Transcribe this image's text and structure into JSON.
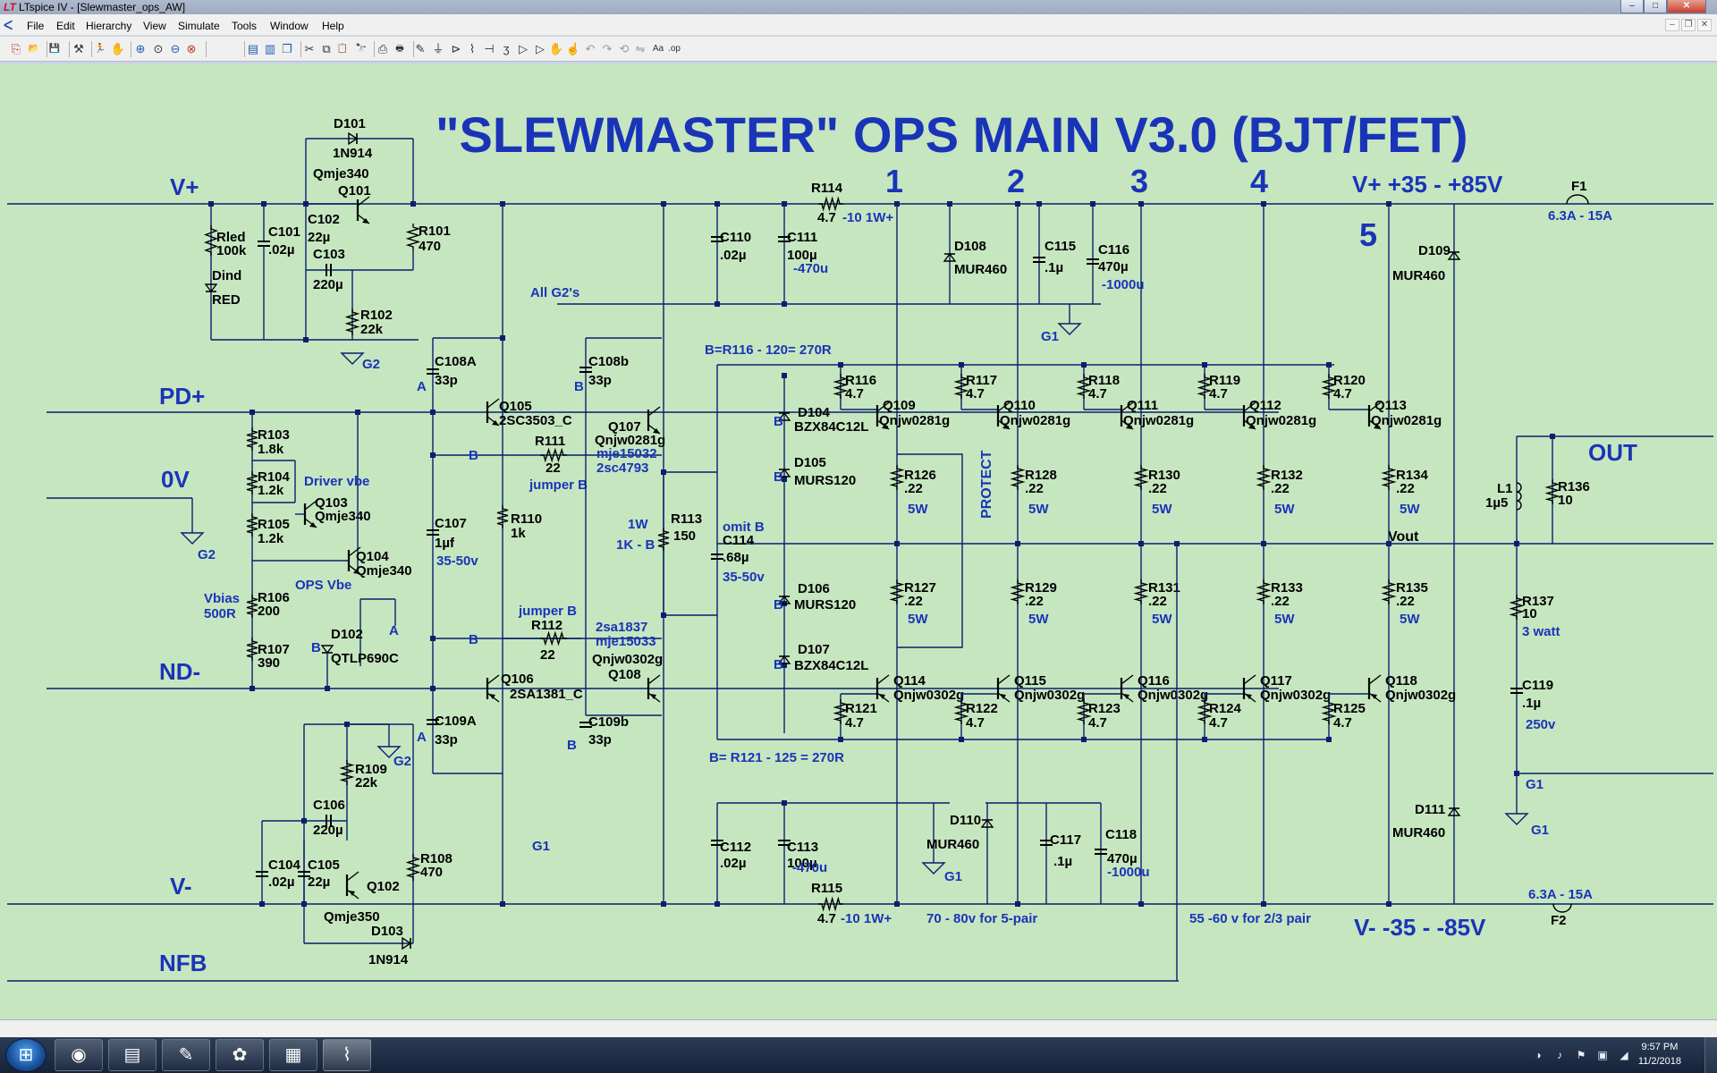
{
  "window": {
    "app_icon": "ltspice-icon",
    "title": "LTspice IV - [Slewmaster_ops_AW]",
    "minimize": "–",
    "maximize": "□",
    "close": "✕",
    "mdi_minimize": "–",
    "mdi_restore": "❐",
    "mdi_close": "✕"
  },
  "menu": [
    "File",
    "Edit",
    "Hierarchy",
    "View",
    "Simulate",
    "Tools",
    "Window",
    "Help"
  ],
  "toolbar_icons": [
    "new-schematic-icon",
    "open-icon",
    "save-icon",
    "control-panel-icon",
    "run-icon",
    "halt-icon",
    "zoom-in-icon",
    "zoom-pan-icon",
    "zoom-out-icon",
    "zoom-fit-icon",
    "tile-horizontal-icon",
    "tile-vertical-icon",
    "cascade-icon",
    "cut-icon",
    "copy-icon",
    "paste-icon",
    "find-icon",
    "print-setup-icon",
    "print-icon",
    "draw-wire-icon",
    "ground-icon",
    "label-net-icon",
    "resistor-icon",
    "capacitor-icon",
    "inductor-icon",
    "diode-icon",
    "component-icon",
    "move-icon",
    "drag-icon",
    "undo-icon",
    "redo-icon",
    "rotate-icon",
    "mirror-icon",
    "text-icon",
    "spice-directive-icon"
  ],
  "schematic": {
    "title": "\"SLEWMASTER\" OPS MAIN V3.0 (BJT/FET)",
    "nets": {
      "vplus": "V+",
      "pdplus": "PD+",
      "zero_v": "0V",
      "nd_minus": "ND-",
      "vminus": "V-",
      "nfb": "NFB",
      "out": "OUT",
      "vout": "Vout",
      "vplus_range": "V+ +35  -  +85V",
      "vminus_range": "V- -35 -  -85V"
    },
    "pair_numbers": [
      "1",
      "2",
      "3",
      "4",
      "5"
    ],
    "notes": {
      "all_g2s": "All G2's",
      "b_top": "B=R116 - 120= 270R",
      "b_bottom": "B= R121 - 125 = 270R",
      "protect": "PROTECT",
      "driver_vbe": "Driver vbe",
      "ops_vbe": "OPS Vbe",
      "vbias": "Vbias",
      "vbias_value": "500R",
      "jumper_b1": "jumper B",
      "jumper_b2": "jumper B",
      "omit_b": "omit B",
      "one_w": "1W",
      "one_k_b": "1K - B",
      "v7080": "70 - 80v for 5-pair",
      "v5560": "55 -60 v for 2/3 pair",
      "fuse_top": "6.3A - 15A",
      "fuse_bottom": "6.3A - 15A",
      "ten_1w_top": "-10 1W+",
      "ten_1w_bottom": "-10 1W+",
      "c111_rating": "-470u",
      "c113_rating": "-470u",
      "c116_rating": "-1000u",
      "c118_rating": "-1000u",
      "c107_rating": "35-50v",
      "c114_rating": "35-50v",
      "r137_rating": "3 watt",
      "c119_rating": "250v",
      "w5": "5W"
    },
    "marks": {
      "A": "A",
      "B": "B"
    },
    "grounds": {
      "G1": "G1",
      "G2": "G2"
    },
    "components": [
      {
        "ref": "D101",
        "val": "1N914"
      },
      {
        "ref": "Q101",
        "val": "Qmje340"
      },
      {
        "ref": "C102",
        "val": "22µ"
      },
      {
        "ref": "C103",
        "val": "220µ"
      },
      {
        "ref": "C101",
        "val": ".02µ"
      },
      {
        "ref": "R101",
        "val": "470"
      },
      {
        "ref": "R102",
        "val": "22k"
      },
      {
        "ref": "Rled",
        "val": "100k"
      },
      {
        "ref": "Dind",
        "val": "RED"
      },
      {
        "ref": "C108A",
        "val": "33p"
      },
      {
        "ref": "C108b",
        "val": "33p"
      },
      {
        "ref": "Q105",
        "val": "2SC3503_C"
      },
      {
        "ref": "Q107",
        "val": "Qnjw0281g"
      },
      {
        "ref": "Q107_alt1",
        "val": "mje15032"
      },
      {
        "ref": "Q107_alt2",
        "val": "2sc4793"
      },
      {
        "ref": "R111",
        "val": "22"
      },
      {
        "ref": "R103",
        "val": "1.8k"
      },
      {
        "ref": "R104",
        "val": "1.2k"
      },
      {
        "ref": "R105",
        "val": "1.2k"
      },
      {
        "ref": "Q103",
        "val": "Qmje340"
      },
      {
        "ref": "Q104",
        "val": "Qmje340"
      },
      {
        "ref": "R106",
        "val": "200"
      },
      {
        "ref": "R107",
        "val": "390"
      },
      {
        "ref": "D102",
        "val": "QTLP690C"
      },
      {
        "ref": "C107",
        "val": "1µf"
      },
      {
        "ref": "R110",
        "val": "1k"
      },
      {
        "ref": "R112",
        "val": "22"
      },
      {
        "ref": "R113",
        "val": "150"
      },
      {
        "ref": "Q106",
        "val": "2SA1381_C"
      },
      {
        "ref": "Q108",
        "val": "Qnjw0302g"
      },
      {
        "ref": "Q108_alt1",
        "val": "2sa1837"
      },
      {
        "ref": "Q108_alt2",
        "val": "mje15033"
      },
      {
        "ref": "C109A",
        "val": "33p"
      },
      {
        "ref": "C109b",
        "val": "33p"
      },
      {
        "ref": "R109",
        "val": "22k"
      },
      {
        "ref": "C106",
        "val": "220µ"
      },
      {
        "ref": "C104",
        "val": ".02µ"
      },
      {
        "ref": "C105",
        "val": "22µ"
      },
      {
        "ref": "Q102",
        "val": "Qmje350"
      },
      {
        "ref": "R108",
        "val": "470"
      },
      {
        "ref": "D103",
        "val": "1N914"
      },
      {
        "ref": "C110",
        "val": ".02µ"
      },
      {
        "ref": "C111",
        "val": "100µ"
      },
      {
        "ref": "R114",
        "val": "4.7"
      },
      {
        "ref": "D108",
        "val": "MUR460"
      },
      {
        "ref": "C115",
        "val": ".1µ"
      },
      {
        "ref": "C116",
        "val": "470µ"
      },
      {
        "ref": "D109",
        "val": "MUR460"
      },
      {
        "ref": "F1",
        "val": ""
      },
      {
        "ref": "D104",
        "val": "BZX84C12L"
      },
      {
        "ref": "D105",
        "val": "MURS120"
      },
      {
        "ref": "D106",
        "val": "MURS120"
      },
      {
        "ref": "D107",
        "val": "BZX84C12L"
      },
      {
        "ref": "C114",
        "val": ".68µ"
      },
      {
        "ref": "R116",
        "val": "4.7"
      },
      {
        "ref": "R117",
        "val": "4.7"
      },
      {
        "ref": "R118",
        "val": "4.7"
      },
      {
        "ref": "R119",
        "val": "4.7"
      },
      {
        "ref": "R120",
        "val": "4.7"
      },
      {
        "ref": "Q109",
        "val": "Qnjw0281g"
      },
      {
        "ref": "Q110",
        "val": "Qnjw0281g"
      },
      {
        "ref": "Q111",
        "val": "Qnjw0281g"
      },
      {
        "ref": "Q112",
        "val": "Qnjw0281g"
      },
      {
        "ref": "Q113",
        "val": "Qnjw0281g"
      },
      {
        "ref": "R126",
        "val": ".22"
      },
      {
        "ref": "R128",
        "val": ".22"
      },
      {
        "ref": "R130",
        "val": ".22"
      },
      {
        "ref": "R132",
        "val": ".22"
      },
      {
        "ref": "R134",
        "val": ".22"
      },
      {
        "ref": "R127",
        "val": ".22"
      },
      {
        "ref": "R129",
        "val": ".22"
      },
      {
        "ref": "R131",
        "val": ".22"
      },
      {
        "ref": "R133",
        "val": ".22"
      },
      {
        "ref": "R135",
        "val": ".22"
      },
      {
        "ref": "Q114",
        "val": "Qnjw0302g"
      },
      {
        "ref": "Q115",
        "val": "Qnjw0302g"
      },
      {
        "ref": "Q116",
        "val": "Qnjw0302g"
      },
      {
        "ref": "Q117",
        "val": "Qnjw0302g"
      },
      {
        "ref": "Q118",
        "val": "Qnjw0302g"
      },
      {
        "ref": "R121",
        "val": "4.7"
      },
      {
        "ref": "R122",
        "val": "4.7"
      },
      {
        "ref": "R123",
        "val": "4.7"
      },
      {
        "ref": "R124",
        "val": "4.7"
      },
      {
        "ref": "R125",
        "val": "4.7"
      },
      {
        "ref": "L1",
        "val": "1µ5"
      },
      {
        "ref": "R136",
        "val": "10"
      },
      {
        "ref": "R137",
        "val": "10"
      },
      {
        "ref": "C119",
        "val": ".1µ"
      },
      {
        "ref": "C112",
        "val": ".02µ"
      },
      {
        "ref": "C113",
        "val": "100µ"
      },
      {
        "ref": "R115",
        "val": "4.7"
      },
      {
        "ref": "D110",
        "val": "MUR460"
      },
      {
        "ref": "C117",
        "val": ".1µ"
      },
      {
        "ref": "C118",
        "val": "470µ"
      },
      {
        "ref": "D111",
        "val": "MUR460"
      },
      {
        "ref": "F2",
        "val": ""
      }
    ]
  },
  "taskbar": {
    "apps": [
      "firefox-icon",
      "file-explorer-icon",
      "app-icon",
      "paint-icon",
      "winrar-icon",
      "ltspice-icon"
    ],
    "time": "9:57 PM",
    "date": "11/2/2018"
  },
  "colors": {
    "canvas": "#c6e6c0",
    "wire": "#0a1f6e",
    "label_blue": "#1a34b8",
    "component": "#000000"
  }
}
